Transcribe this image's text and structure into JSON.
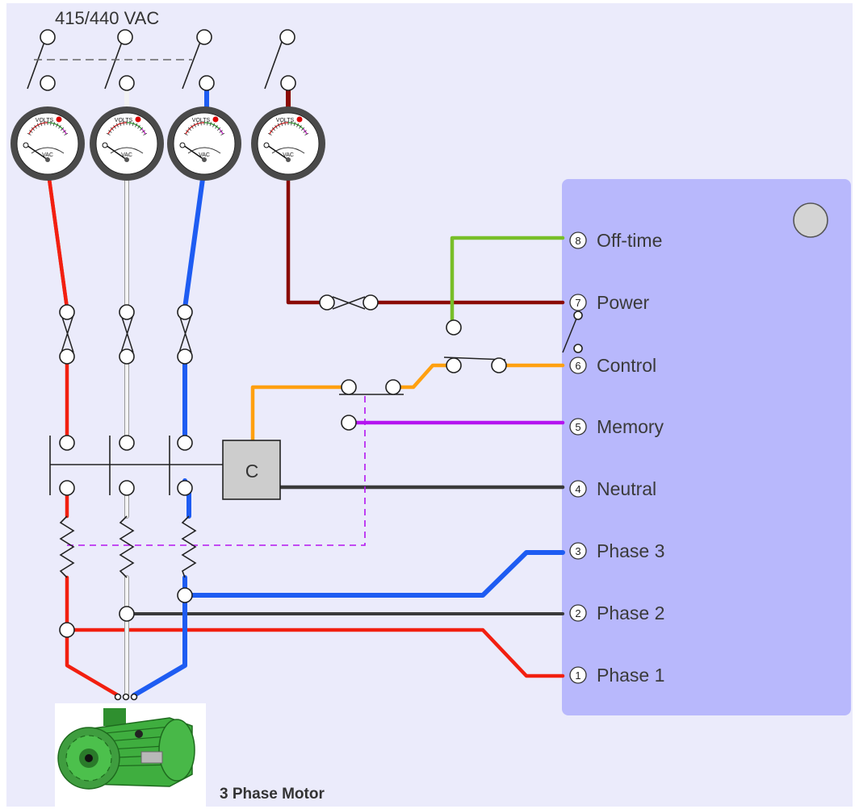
{
  "supply_label": "415/440 VAC",
  "contactor_label": "C",
  "motor_label": "3 Phase Motor",
  "gauge": {
    "title": "VOLTS",
    "unit": "VAC"
  },
  "terminals": [
    {
      "num": "8",
      "label": "Off-time"
    },
    {
      "num": "7",
      "label": "Power"
    },
    {
      "num": "6",
      "label": "Control"
    },
    {
      "num": "5",
      "label": "Memory"
    },
    {
      "num": "4",
      "label": "Neutral"
    },
    {
      "num": "3",
      "label": "Phase 3"
    },
    {
      "num": "2",
      "label": "Phase 2"
    },
    {
      "num": "1",
      "label": "Phase 1"
    }
  ],
  "colors": {
    "background": "#ebebfb",
    "panel": "#b8b8fc",
    "phase1": "#f21f10",
    "phase2": "#f2f2f2",
    "phase3": "#1e5cf2",
    "power": "#8a0a05",
    "offtime": "#78be28",
    "control": "#ffa010",
    "memory": "#b414f0",
    "neutral": "#3a3a3a",
    "motor_body": "#3fae3f"
  }
}
